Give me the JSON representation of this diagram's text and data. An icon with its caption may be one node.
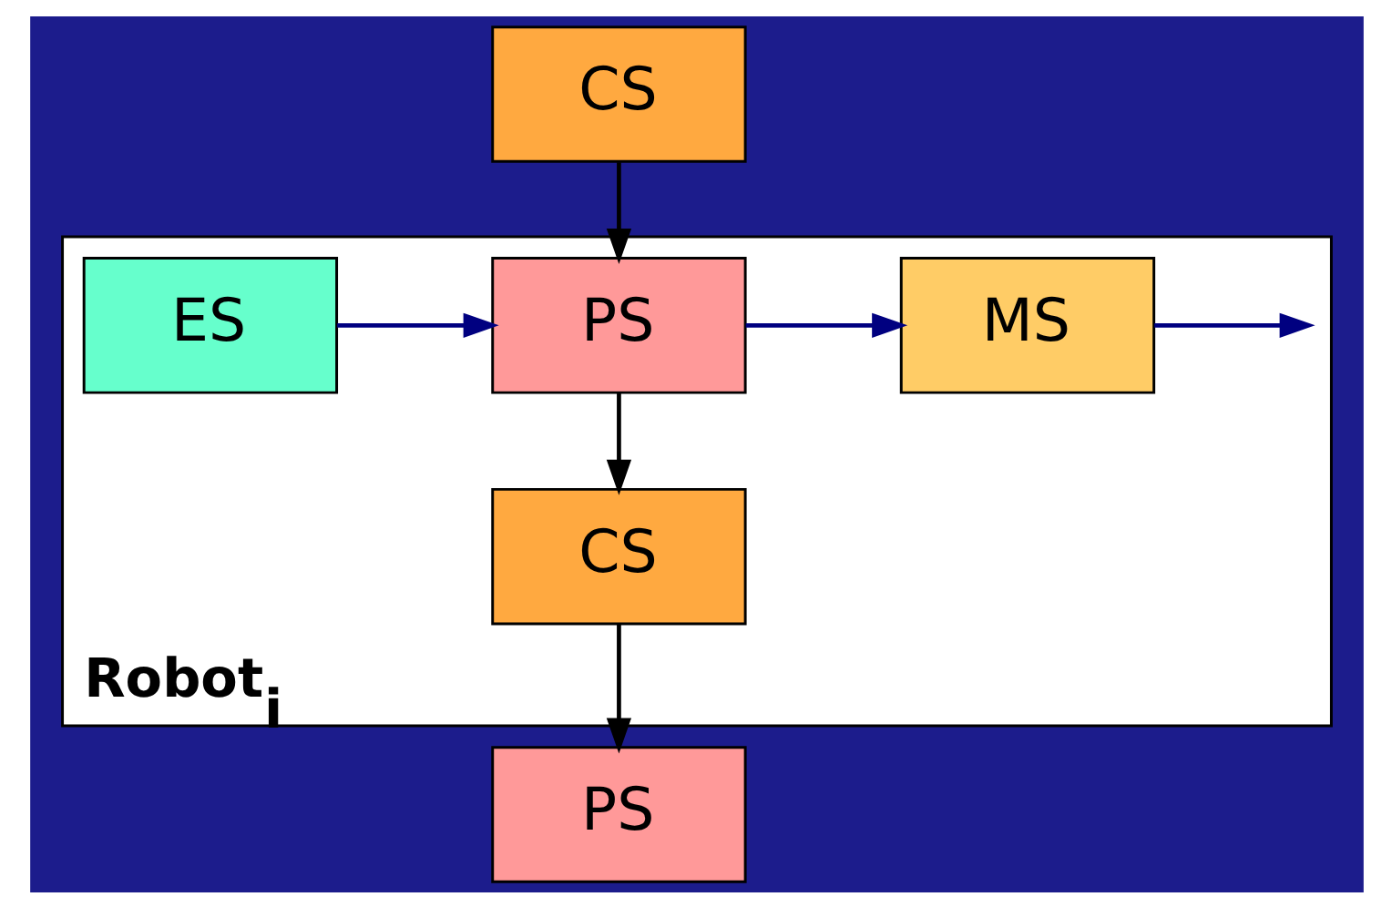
{
  "diagram": {
    "nodes": [
      {
        "text": [
          "Robot$_{i}$"
        ]
      },
      {
        "text": [
          "CS"
        ]
      },
      {
        "text": [
          "ES"
        ],
        "in": 0
      },
      {
        "text": [
          "PS"
        ],
        "in": 0
      },
      {
        "text": [
          "MS"
        ],
        "in": 0
      },
      {
        "text": [
          "CS"
        ],
        "in": 0
      },
      {
        "text": [
          "PS"
        ]
      }
    ],
    "edges": [
      {
        "from": 1,
        "to": 3,
        "arrow": "to"
      },
      {
        "from": 2,
        "to": 3,
        "arrow": "to",
        "color": "#000080"
      },
      {
        "from": 3,
        "to": 4,
        "arrow": "to",
        "color": "#000080"
      },
      {
        "from": 4,
        "to": null,
        "arrow": "to",
        "color": "#000080"
      },
      {
        "from": 3,
        "to": 5,
        "arrow": "to"
      },
      {
        "from": 5,
        "to": 6,
        "arrow": "to"
      }
    ]
  }
}
